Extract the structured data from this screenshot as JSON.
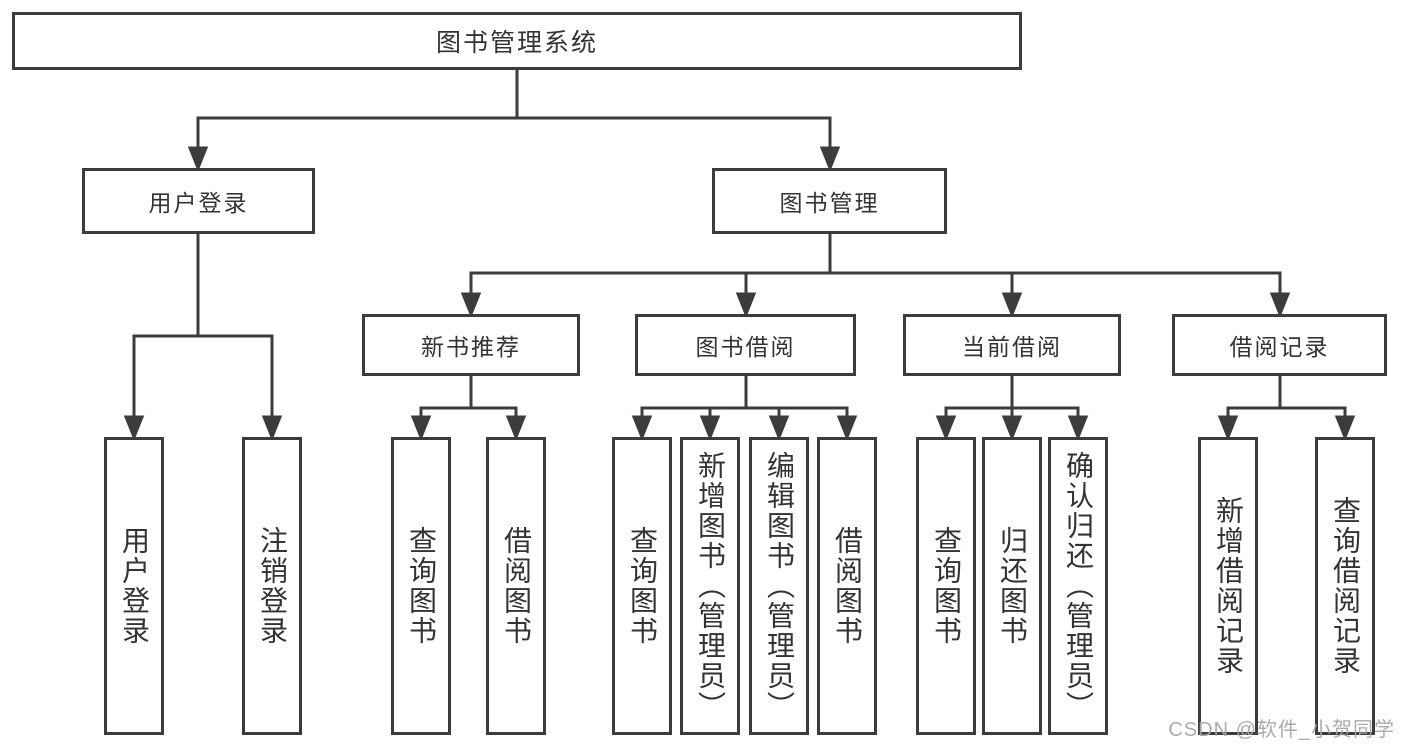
{
  "diagram_title": "图书管理系统",
  "tree": {
    "root": {
      "label": "图书管理系统"
    },
    "level2": [
      {
        "label": "用户登录",
        "parent": "图书管理系统"
      },
      {
        "label": "图书管理",
        "parent": "图书管理系统"
      }
    ],
    "level3": [
      {
        "label": "新书推荐",
        "parent": "图书管理"
      },
      {
        "label": "图书借阅",
        "parent": "图书管理"
      },
      {
        "label": "当前借阅",
        "parent": "图书管理"
      },
      {
        "label": "借阅记录",
        "parent": "图书管理"
      }
    ],
    "leaves": [
      {
        "label": "用户登录",
        "parent": "用户登录"
      },
      {
        "label": "注销登录",
        "parent": "用户登录"
      },
      {
        "label": "查询图书",
        "parent": "新书推荐"
      },
      {
        "label": "借阅图书",
        "parent": "新书推荐"
      },
      {
        "label": "查询图书",
        "parent": "图书借阅"
      },
      {
        "label": "新增图书（管理员）",
        "parent": "图书借阅"
      },
      {
        "label": "编辑图书（管理员）",
        "parent": "图书借阅"
      },
      {
        "label": "借阅图书",
        "parent": "图书借阅"
      },
      {
        "label": "查询图书",
        "parent": "当前借阅"
      },
      {
        "label": "归还图书",
        "parent": "当前借阅"
      },
      {
        "label": "确认归还（管理员）",
        "parent": "当前借阅"
      },
      {
        "label": "新增借阅记录",
        "parent": "借阅记录"
      },
      {
        "label": "查询借阅记录",
        "parent": "借阅记录"
      }
    ]
  },
  "watermark": {
    "text": "CSDN @软件_小贺同学"
  },
  "colors": {
    "line": "#3c3c3c",
    "box_border": "#3c3c3c",
    "text": "#333333",
    "background": "#ffffff",
    "watermark": "#a6a6aa"
  }
}
